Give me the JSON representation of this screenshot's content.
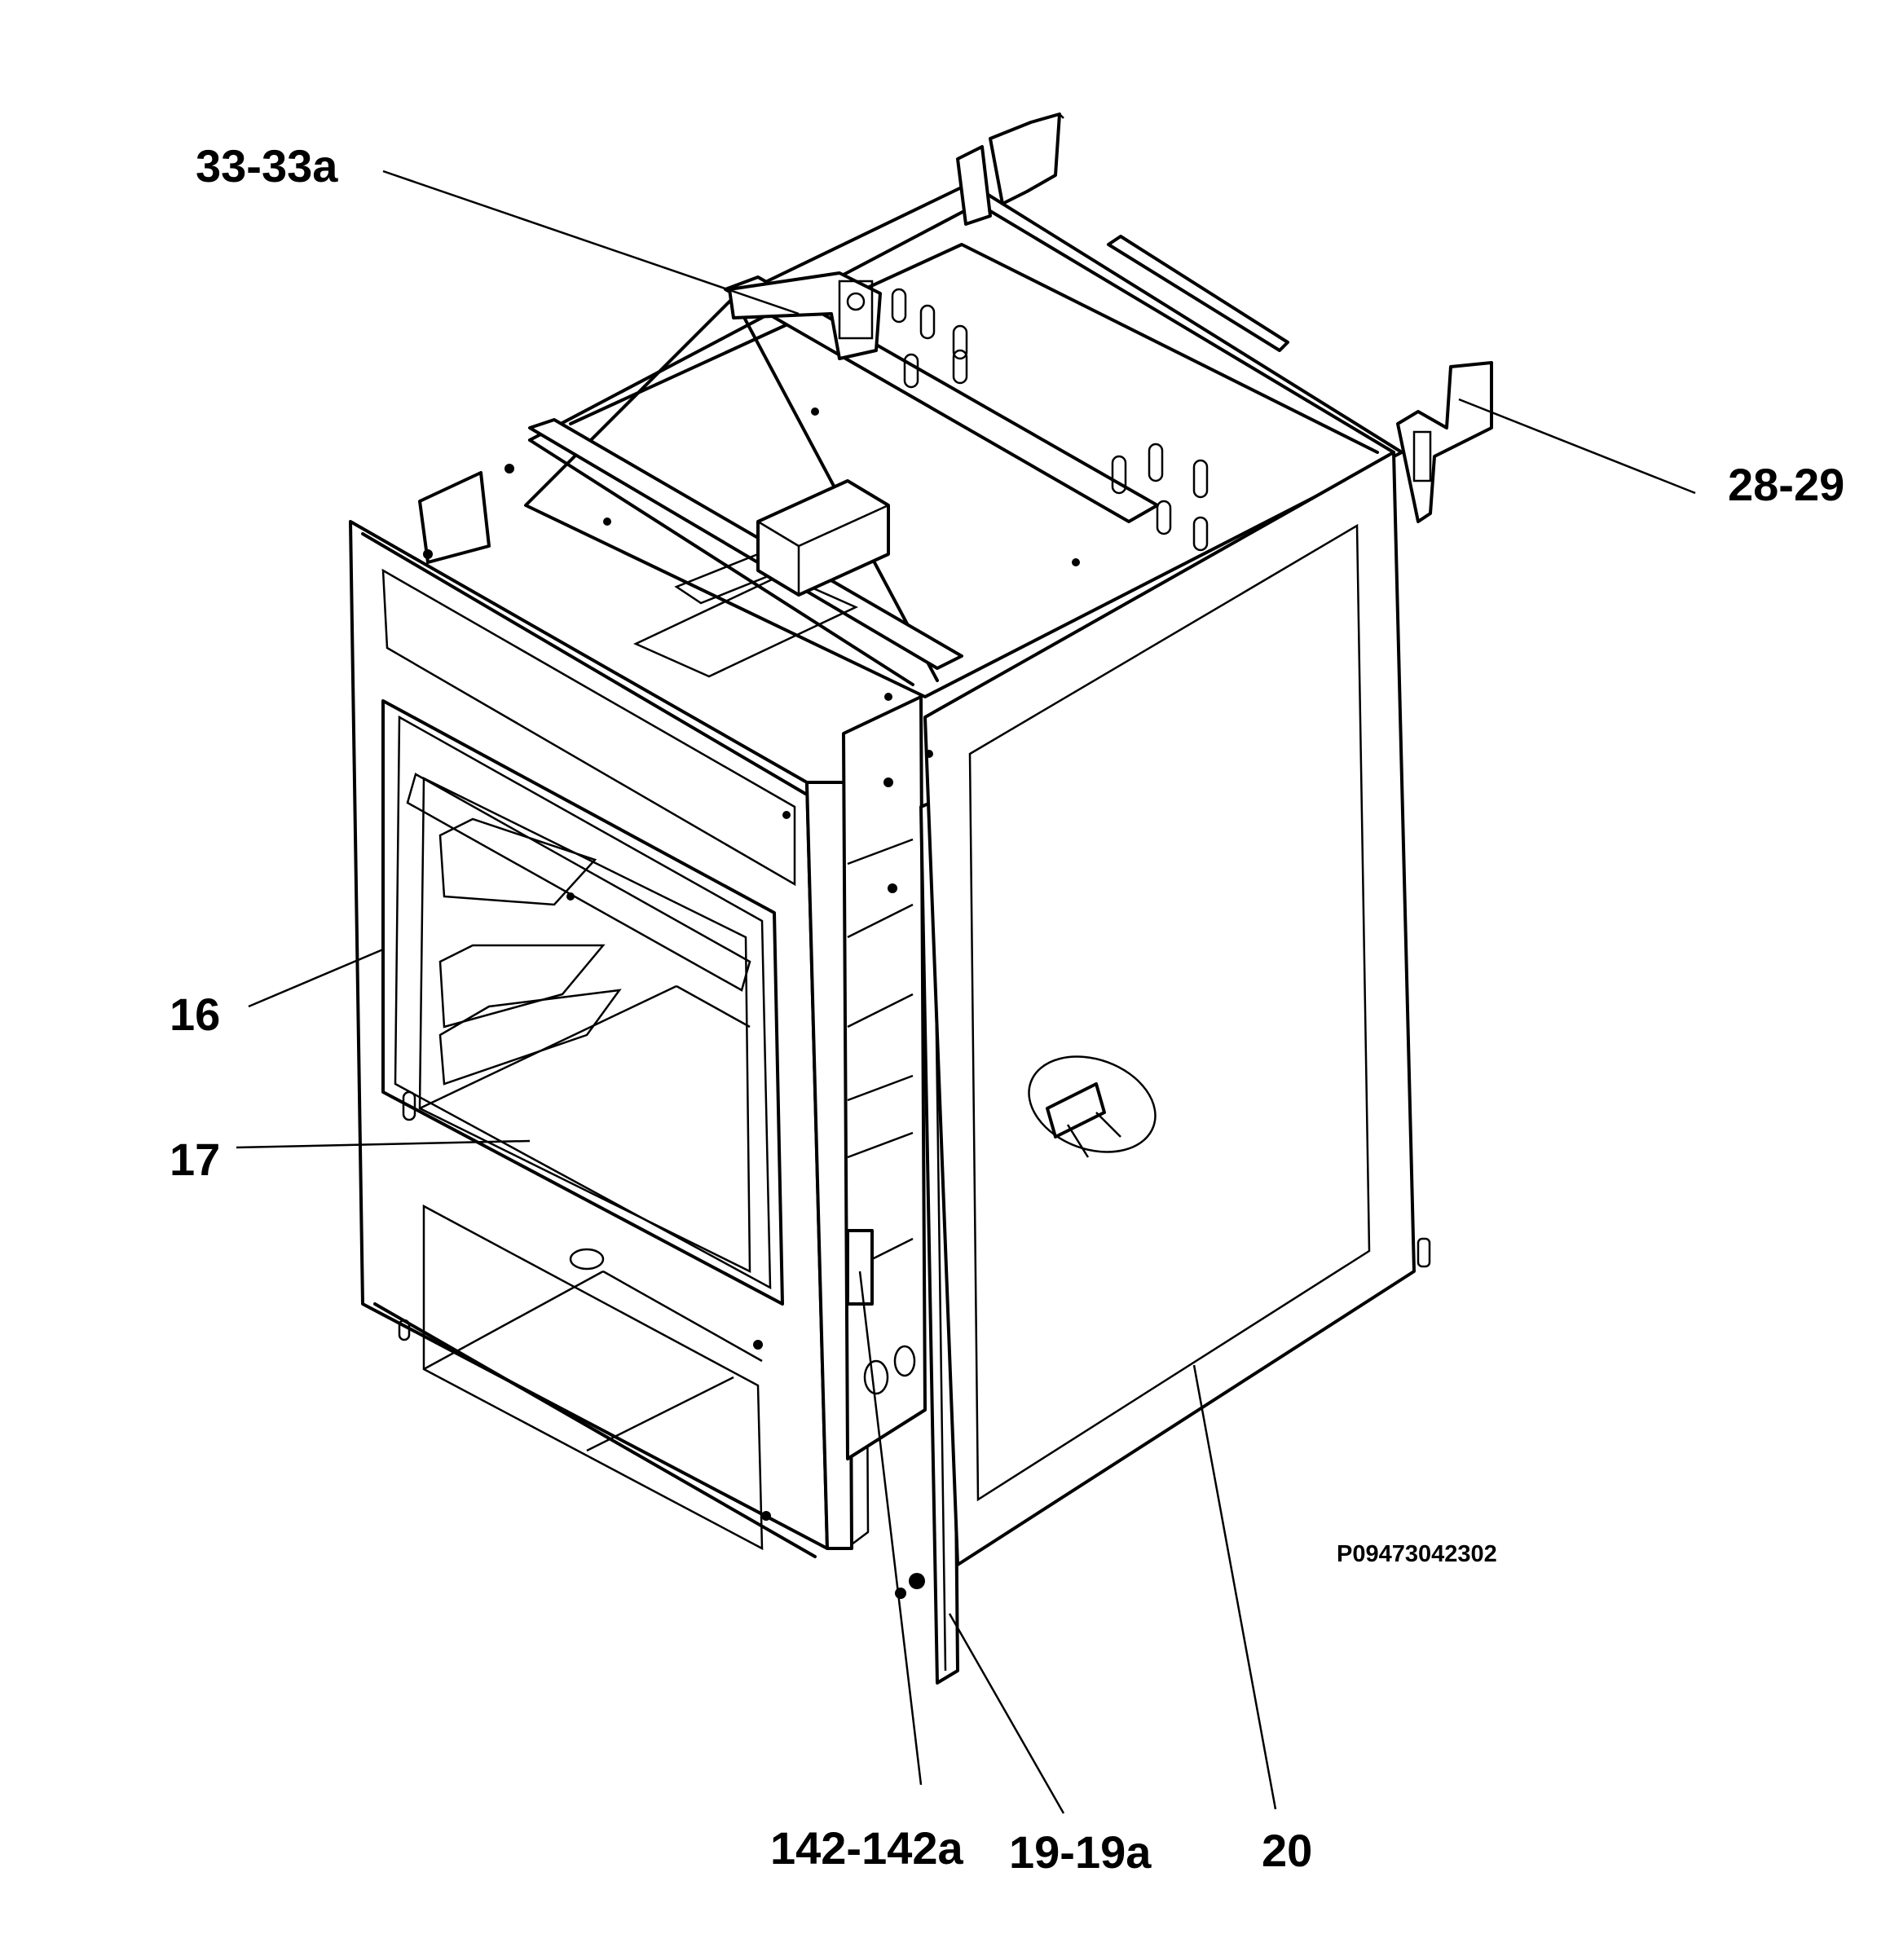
{
  "diagram": {
    "callouts": {
      "c33": "33-33a",
      "c2829": "28-29",
      "c16": "16",
      "c17": "17",
      "c142": "142-142a",
      "c19": "19-19a",
      "c20": "20"
    },
    "drawing_code": "P09473042302"
  },
  "colors": {
    "line": "#000000",
    "background": "#ffffff"
  }
}
